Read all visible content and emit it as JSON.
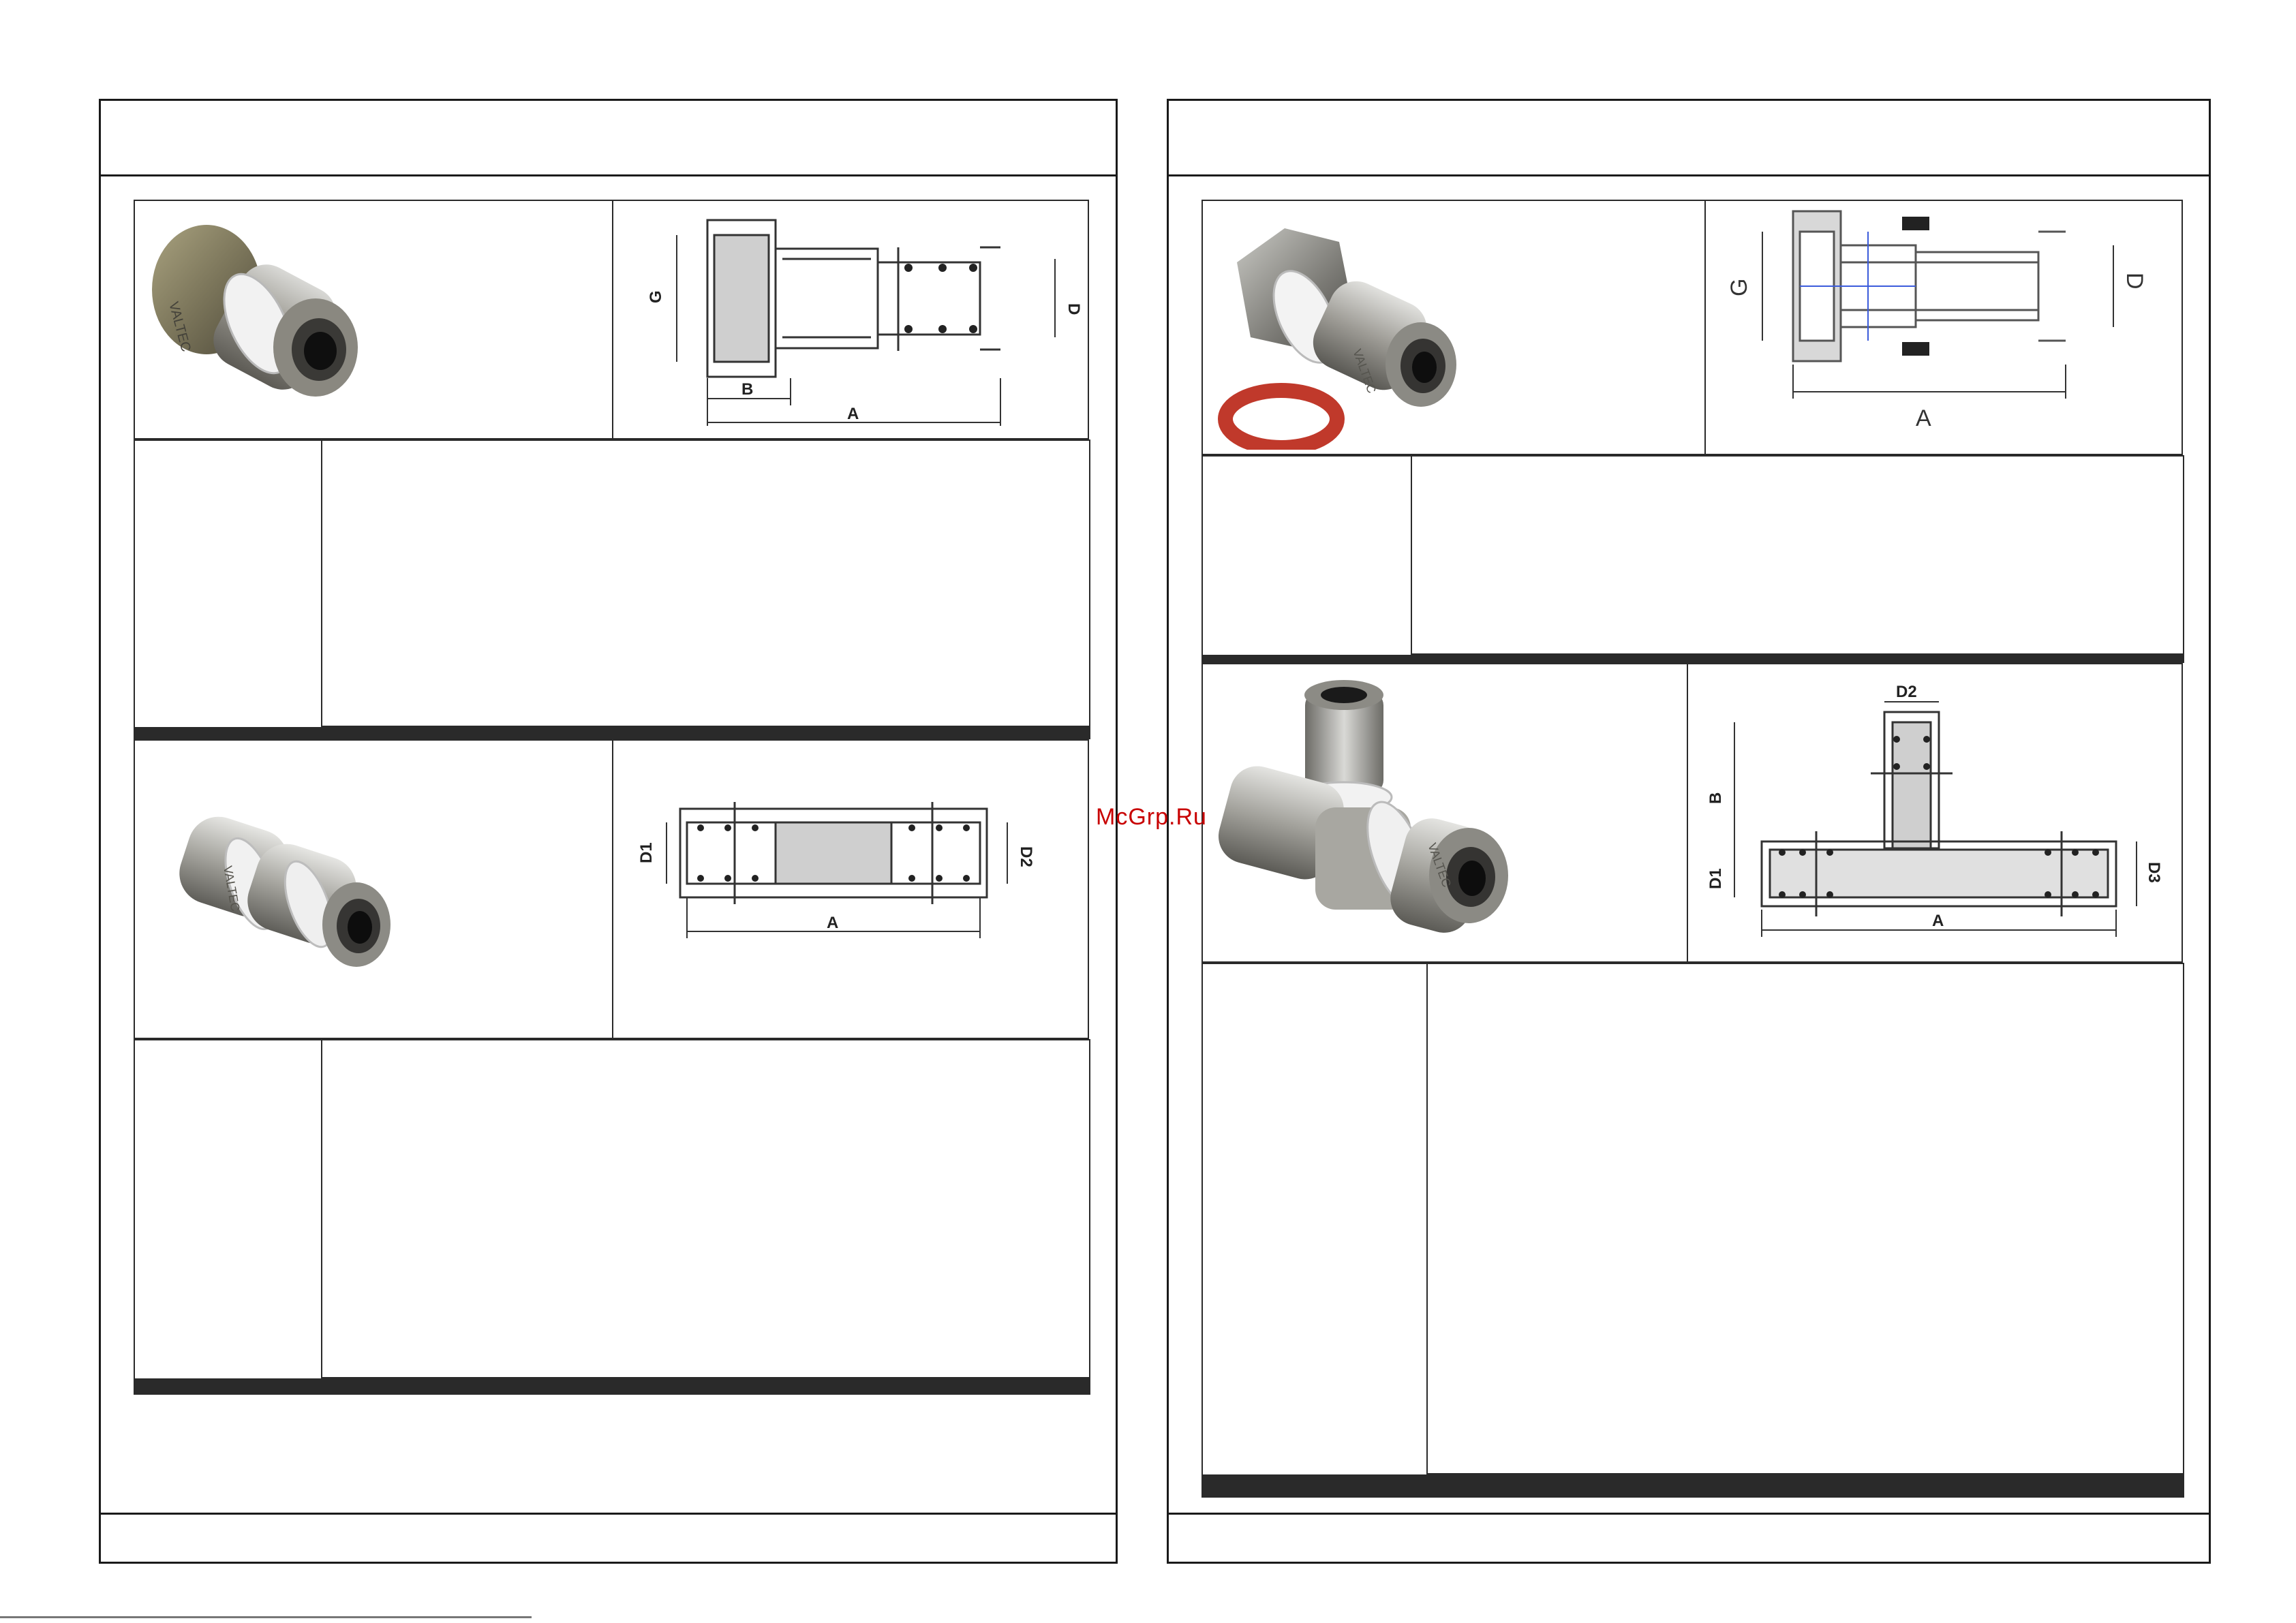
{
  "watermark": "McGrp.Ru",
  "left_page": {
    "product1": {
      "photo_engraving": "VALTEC",
      "drawing_labels": {
        "g": "G",
        "d": "D",
        "b": "B",
        "a": "A"
      }
    },
    "product2": {
      "photo_engraving": "VALTEC",
      "drawing_labels": {
        "d1": "D1",
        "d2": "D2",
        "a": "A"
      }
    }
  },
  "right_page": {
    "product3": {
      "photo_engraving": "VALTEC",
      "drawing_labels": {
        "g": "G",
        "d": "D",
        "a": "A"
      }
    },
    "product4": {
      "photo_engraving": "VALTEC",
      "drawing_labels": {
        "d2": "D2",
        "b": "B",
        "d1": "D1",
        "d3": "D3",
        "a": "A"
      }
    }
  },
  "colors": {
    "row_shade": "#dcdcdc",
    "rule": "#1a1a1a",
    "watermark": "#c80000",
    "gasket": "#c0392b"
  }
}
